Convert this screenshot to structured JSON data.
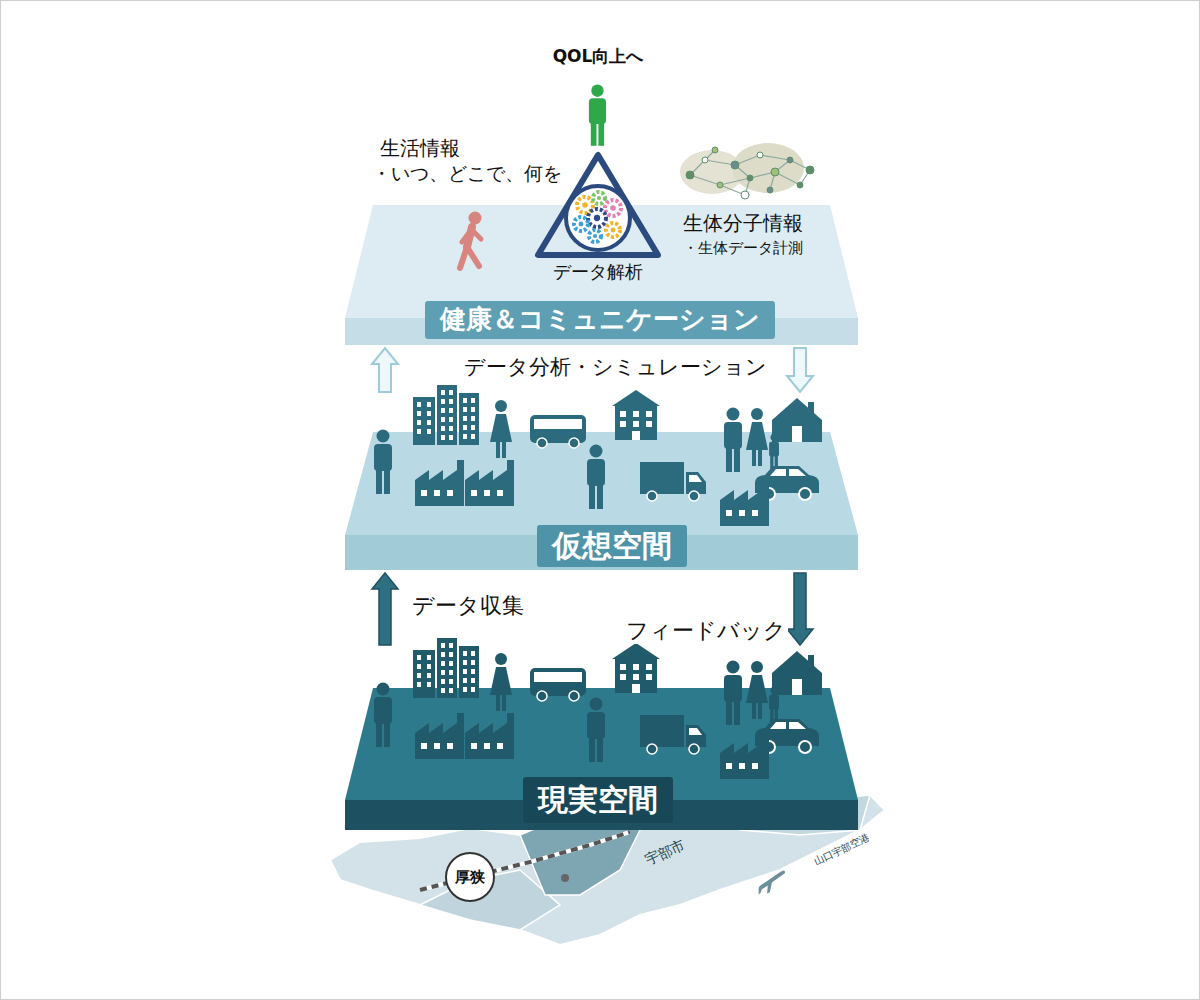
{
  "diagram": {
    "nodes": [
      {
        "text": [
          "健康＆コミュニケーション"
        ]
      },
      {
        "text": [
          "データ解析"
        ],
        "in": 0
      },
      {
        "text": [
          "仮想空間"
        ]
      },
      {
        "text": [
          "現実空間"
        ]
      }
    ],
    "edges": [
      {
        "from": 2,
        "to": 0,
        "arrow": "to"
      },
      {
        "from": 0,
        "to": 2,
        "arrow": "to"
      },
      {
        "from": 3,
        "to": 2,
        "arrow": "to",
        "label": "データ収集"
      },
      {
        "from": 2,
        "to": 3,
        "arrow": "to",
        "label": "フィードバック"
      }
    ],
    "labels": [
      "QOL向上へ",
      "生活情報",
      "・いつ、どこで、何を",
      "生体分子情報",
      "・生体データ計測",
      "データ分析・シミュレーション",
      "厚狭",
      "宇部市",
      "山口宇部空港"
    ]
  }
}
